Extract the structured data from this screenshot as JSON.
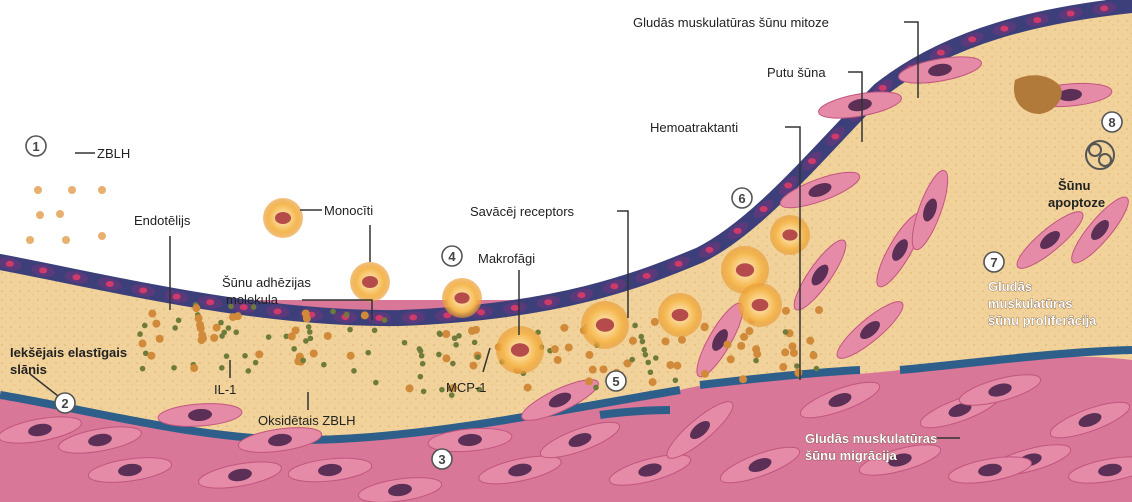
{
  "labels": {
    "zblh": "ZBLH",
    "endotelijs": "Endotēlijs",
    "monociti": "Monocīti",
    "adhezijas_1": "Šūnu adhēzijas",
    "adhezijas_2": "molekula",
    "iekseja_1": "Iekšējais elastīgais",
    "iekseja_2": "slānis",
    "il1": "IL-1",
    "oksidetais": "Oksidētais ZBLH",
    "mcp1": "MCP-1",
    "makrofagi": "Makrofāgi",
    "savaceji": "Savācēj receptors",
    "hemoatraktanti": "Hemoatraktanti",
    "putu": "Putu šūna",
    "mitoze": "Gludās muskulatūras šūnu mitoze",
    "apoptoze_1": "Šūnu",
    "apoptoze_2": "apoptoze",
    "prolif_1": "Gludās",
    "prolif_2": "muskulatūras",
    "prolif_3": "šūnu proliferācija",
    "migr_1": "Gludās muskulatūras",
    "migr_2": "šūnu migrācija"
  },
  "markers": [
    "1",
    "2",
    "3",
    "4",
    "5",
    "6",
    "7",
    "8"
  ],
  "colors": {
    "intima": "#f1d29a",
    "endothelium": "#3d3f7a",
    "elastic": "#2e5f8a",
    "muscle": "#e58aa7",
    "nucleus": "#5b2f56",
    "macrophage": "#f5b850",
    "ldl": "#d08a3a",
    "dot_green": "#6f7b3a"
  }
}
